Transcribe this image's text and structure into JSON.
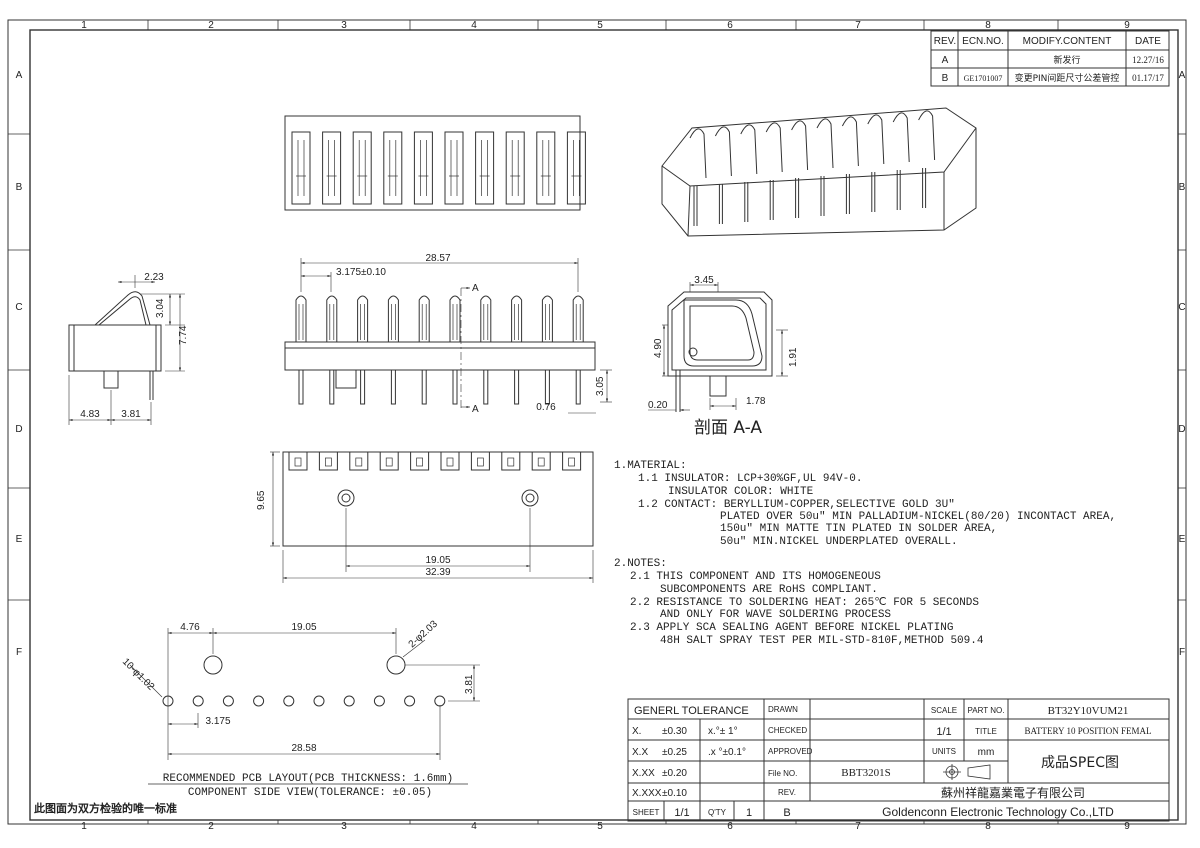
{
  "frame": {
    "columns": [
      "1",
      "2",
      "3",
      "4",
      "5",
      "6",
      "7",
      "8",
      "9"
    ],
    "rows": [
      "A",
      "B",
      "C",
      "D",
      "E",
      "F"
    ]
  },
  "revision_table": {
    "headers": [
      "REV.",
      "ECN.NO.",
      "MODIFY.CONTENT",
      "DATE"
    ],
    "rows": [
      {
        "rev": "A",
        "ecn": "",
        "content": "新发行",
        "date": "12.27/16"
      },
      {
        "rev": "B",
        "ecn": "GE1701007",
        "content": "变更PIN间距尺寸公差管控",
        "date": "01.17/17"
      }
    ]
  },
  "dimensions": {
    "side_2_23": "2.23",
    "side_3_04": "3.04",
    "side_7_74": "7.74",
    "side_4_83": "4.83",
    "side_3_81": "3.81",
    "front_28_57": "28.57",
    "front_pitch": "3.175±0.10",
    "front_0_76": "0.76",
    "front_3_05": "3.05",
    "section_A": "A",
    "sec_3_45": "3.45",
    "sec_4_90": "4.90",
    "sec_1_91": "1.91",
    "sec_1_78": "1.78",
    "sec_0_20": "0.20",
    "bottom_9_65": "9.65",
    "bottom_19_05": "19.05",
    "bottom_32_39": "32.39",
    "pcb_4_76": "4.76",
    "pcb_19_05": "19.05",
    "pcb_2_d203": "2-φ2.03",
    "pcb_10_d102": "10-φ1.02",
    "pcb_3_81": "3.81",
    "pcb_3_175": "3.175",
    "pcb_28_58": "28.58"
  },
  "section_title": "剖面 A-A",
  "pcb_caption_1": "RECOMMENDED PCB LAYOUT(PCB THICKNESS: 1.6mm)",
  "pcb_caption_2": "COMPONENT SIDE VIEW(TOLERANCE: ±0.05)",
  "bottom_note": "此图面为双方检验的唯一标准",
  "notes": [
    "1.MATERIAL:",
    "1.1 INSULATOR: LCP+30%GF,UL 94V-0.",
    "INSULATOR COLOR: WHITE",
    "1.2 CONTACT: BERYLLIUM-COPPER,SELECTIVE GOLD 3U\"",
    "PLATED OVER 50u\" MIN PALLADIUM-NICKEL(80/20) INCONTACT AREA,",
    "150u\" MIN MATTE TIN PLATED IN SOLDER AREA,",
    "50u\" MIN.NICKEL UNDERPLATED OVERALL.",
    "2.NOTES:",
    "2.1 THIS COMPONENT AND ITS HOMOGENEOUS",
    "SUBCOMPONENTS ARE RoHS COMPLIANT.",
    "2.2 RESISTANCE TO SOLDERING HEAT: 265℃ FOR 5 SECONDS",
    "AND ONLY FOR WAVE SOLDERING PROCESS",
    "2.3 APPLY SCA SEALING AGENT BEFORE NICKEL PLATING",
    "48H SALT SPRAY TEST PER MIL-STD-810F,METHOD 509.4"
  ],
  "title_block": {
    "general_tolerance": "GENERL TOLERANCE",
    "tol_x_label": "X.",
    "tol_x_val": "±0.30",
    "tol_xx_label": "X.X",
    "tol_xx_val": "±0.25",
    "tol_xxx_label": "X.XX",
    "tol_xxx_val": "±0.20",
    "tol_xxxx_label": "X.XXX",
    "tol_xxxx_val": "±0.10",
    "ang1": "x.°±  1°",
    "ang2": ".x °±0.1°",
    "drawn": "DRAWN",
    "checked": "CHECKED",
    "approved": "APPROVED",
    "file_no": "File NO.",
    "file_no_val": "BBT3201S",
    "rev": "REV.",
    "sheet": "SHEET",
    "sheet_val": "1/1",
    "qty": "Q'TY",
    "qty_val": "1",
    "rev_val": "B",
    "scale": "SCALE",
    "scale_val": "1/1",
    "units": "UNITS",
    "units_val": "mm",
    "part_no": "PART NO.",
    "part_no_val": "BT32Y10VUM21",
    "title": "TITLE",
    "title_val": "BATTERY 10 POSITION FEMAL",
    "spec": "成品SPEC图",
    "company_cn": "蘇州祥龍嘉業電子有限公司",
    "company_en": "Goldenconn Electronic Technology Co.,LTD"
  }
}
